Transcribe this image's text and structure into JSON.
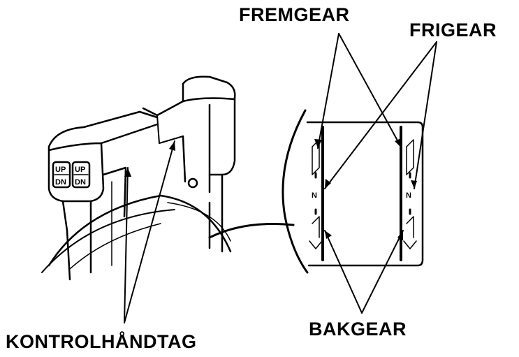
{
  "labels": {
    "forward": "FREMGEAR",
    "neutral": "FRIGEAR",
    "reverse": "BAKGEAR",
    "handle": "KONTROLHÅNDTAG"
  },
  "buttons": {
    "left_up": "UP",
    "left_dn": "DN",
    "right_up": "UP",
    "right_dn": "DN"
  },
  "decal": {
    "neutral_mark": "N"
  },
  "colors": {
    "ink": "#000000",
    "paper": "#ffffff"
  }
}
